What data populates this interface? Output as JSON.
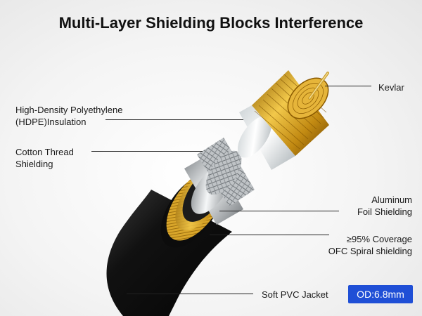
{
  "title": "Multi-Layer Shielding Blocks Interference",
  "labels": {
    "kevlar": "Kevlar",
    "hdpe_line1": "High-Density Polyethylene",
    "hdpe_line2": "(HDPE)Insulation",
    "cotton_line1": "Cotton Thread",
    "cotton_line2": "Shielding",
    "foil_line1": "Aluminum",
    "foil_line2": "Foil Shielding",
    "spiral_line1": "≥95% Coverage",
    "spiral_line2": "OFC Spiral shielding",
    "jacket": "Soft PVC Jacket"
  },
  "badge": {
    "text": "OD:6.8mm",
    "color": "#1f4fd6"
  },
  "colors": {
    "jacket": "#141414",
    "gold": "#d4a21c",
    "silver": "#cfd3d6",
    "insulation": "#e9eef0"
  }
}
